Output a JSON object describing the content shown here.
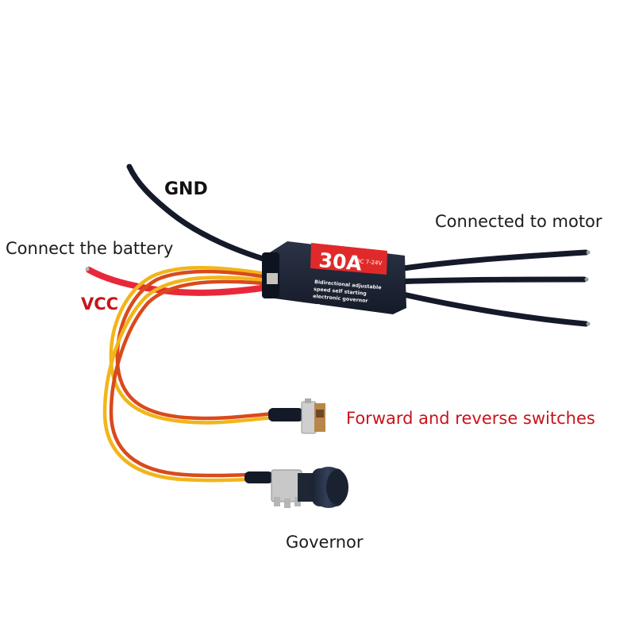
{
  "photo": {
    "background_color": "#ffffff",
    "labels": {
      "gnd": "GND",
      "battery": "Connect the battery",
      "vcc": "VCC",
      "motor": "Connected to motor",
      "switches": "Forward and reverse switches",
      "governor": "Governor"
    },
    "esc_sticker": {
      "rating": "30A",
      "voltage": "DC 7-24V",
      "line1": "Bidirectional adjustable",
      "line2": "speed self starting",
      "line3": "electronic governor"
    },
    "colors": {
      "wire_black": "#151a2a",
      "wire_red": "#e8283a",
      "signal_red": "#d94a1c",
      "signal_yellow": "#f2b51a",
      "sticker_red": "#e02a2a",
      "esc_body": "#1b2233"
    }
  }
}
